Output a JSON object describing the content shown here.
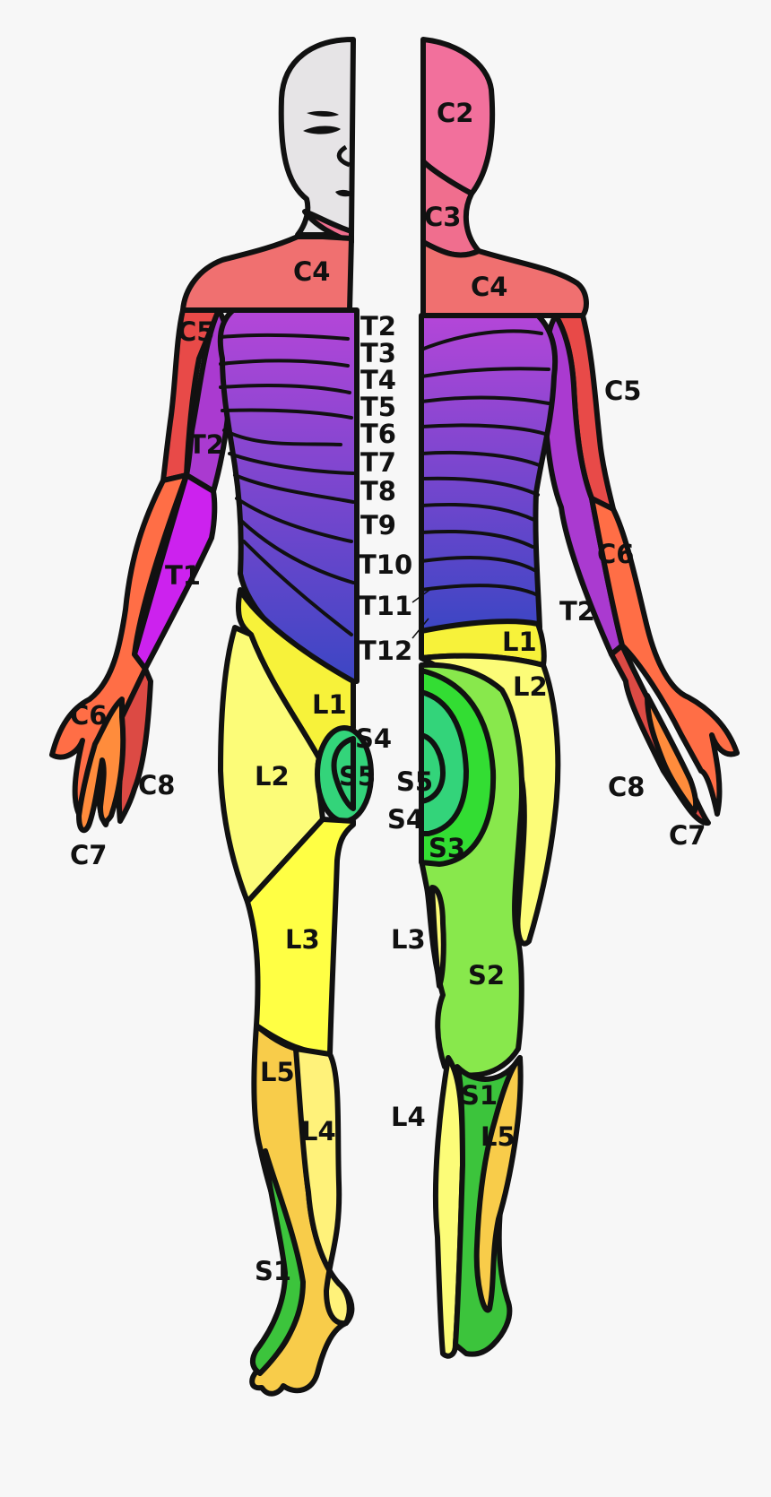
{
  "colors": {
    "background": "#f7f7f7",
    "head": "#e6e4e6",
    "C2": "#f2709c",
    "C3": "#f06e8e",
    "C4": "#f07070",
    "C5": "#e84a48",
    "C6": "#ff6e46",
    "C7": "#ff8c3c",
    "C8": "#dc4a44",
    "T1": "#cc22ee",
    "T2_arm": "#aa3ad0",
    "thorax_top": "#b446d8",
    "thorax_bottom": "#3c46c4",
    "L1": "#f7f23a",
    "L2": "#fcfc78",
    "L3": "#ffff44",
    "L4": "#fff27a",
    "L5": "#f8cc4a",
    "S1": "#3cc43c",
    "S2": "#88e84c",
    "S3": "#33dd33",
    "S4": "#33d47a",
    "S5": "#33d47a"
  },
  "labels": {
    "left": {
      "C4": "C4",
      "C5": "C5",
      "T2": "T2",
      "T1": "T1",
      "C6": "C6",
      "C8": "C8",
      "C7": "C7",
      "L1": "L1",
      "S4": "S4",
      "S5": "S5",
      "L2": "L2",
      "L3": "L3",
      "L5": "L5",
      "L4": "L4",
      "S1": "S1"
    },
    "center": {
      "T2": "T2",
      "T3": "T3",
      "T4": "T4",
      "T5": "T5",
      "T6": "T6",
      "T7": "T7",
      "T8": "T8",
      "T9": "T9",
      "T10": "T10",
      "T11": "T11",
      "T12": "T12"
    },
    "right": {
      "C2": "C2",
      "C3": "C3",
      "C4": "C4",
      "C5": "C5",
      "C6": "C6",
      "T2": "T2",
      "L1": "L1",
      "L2": "L2",
      "S5": "S5",
      "S4": "S4",
      "S3": "S3",
      "C8": "C8",
      "C7": "C7",
      "L3": "L3",
      "S2": "S2",
      "S1": "S1",
      "L4": "L4",
      "L5": "L5"
    }
  }
}
